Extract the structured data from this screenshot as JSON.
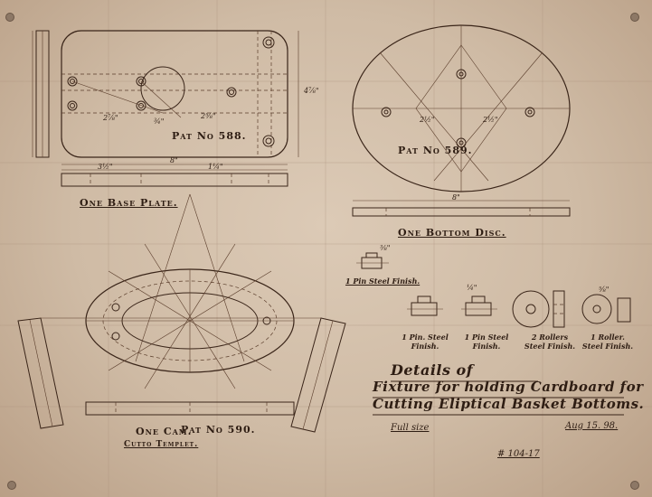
{
  "labels": {
    "base_plate": "One Base Plate.",
    "pat_588": "Pat No 588.",
    "bottom_disc": "One Bottom Disc.",
    "pat_589": "Pat No 589.",
    "cam": "One Cam.",
    "pat_590": "Pat No 590.",
    "cutto_templet": "Cutto Templet.",
    "pin1": "1 Pin Steel Finish.",
    "pin2": "1 Pin. Steel Finish.",
    "pin3": "1 Pin Steel Finish.",
    "rollers2": "2 Rollers Steel Finish.",
    "roller1": "1 Roller. Steel Finish."
  },
  "title": {
    "line1": "Details of",
    "line2": "Fixture for holding Cardboard for",
    "line3": "Cutting Eliptical Basket Bottoms.",
    "scale": "Full size",
    "date": "Aug 15. 98.",
    "number": "# 104-17"
  },
  "dims": {
    "base_3_2": "3½\"",
    "base_8": "8\"",
    "base_1_4": "1¼\"",
    "base_2_9": "2⅞\"",
    "base_3_4": "¾\"",
    "base_2_15": "2⅝\"",
    "base_side": "4⅞\"",
    "disc_8": "8\"",
    "disc_2_5a": "2½\"",
    "disc_2_5b": "2½\"",
    "pin_top": "⅜\"",
    "pin_mid": "¼\"",
    "roller_dim": "⅝\""
  },
  "colors": {
    "paper": "#cbb6a0",
    "ink": "#3a2519"
  }
}
